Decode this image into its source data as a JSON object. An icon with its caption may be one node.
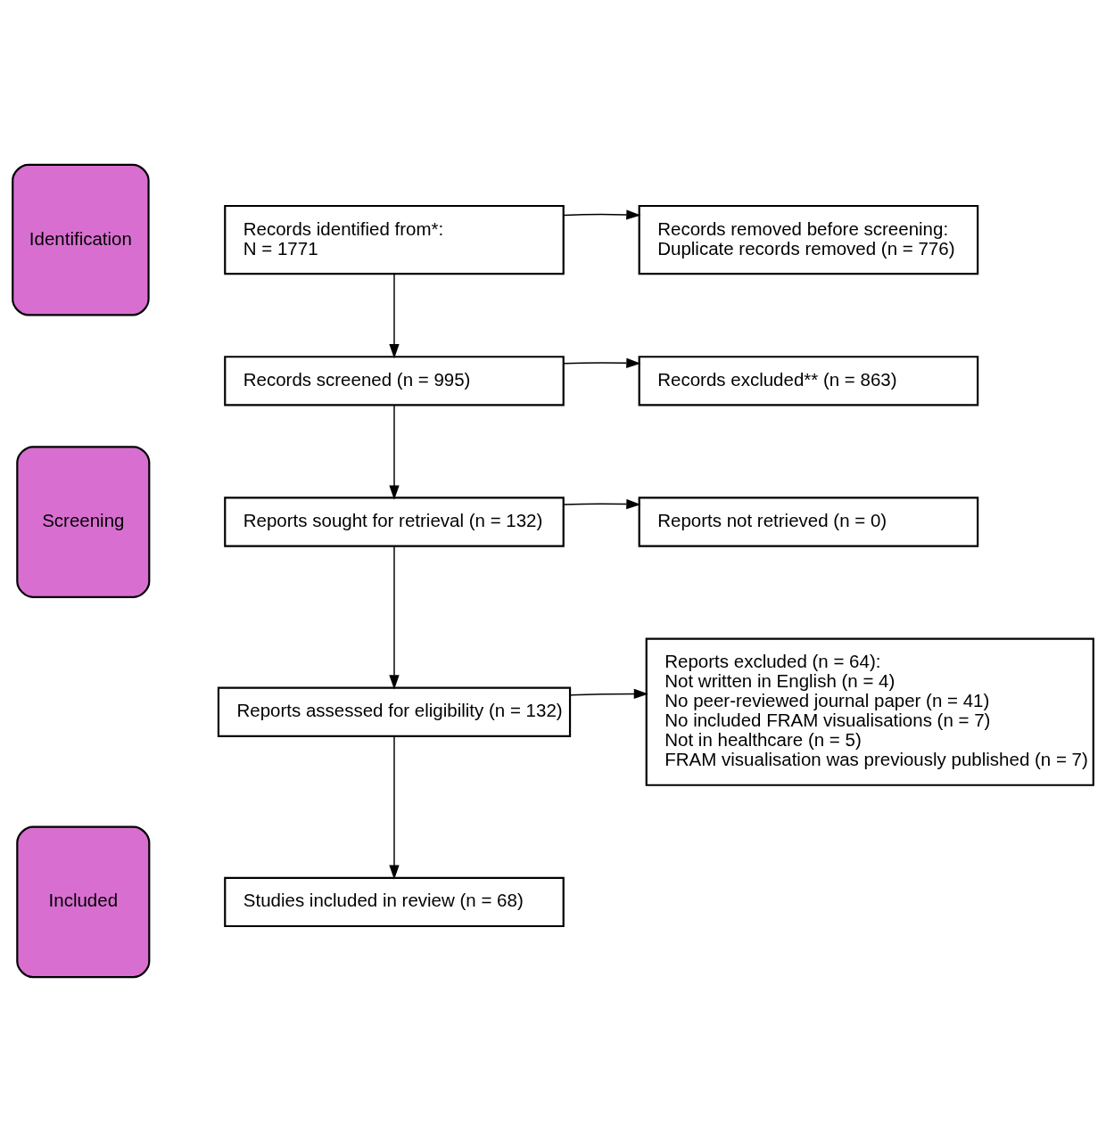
{
  "diagram": {
    "nodes": [
      {
        "text": [
          "Identification"
        ]
      },
      {
        "text": [
          "Records identified from*:",
          "N = 1771"
        ]
      },
      {
        "text": [
          "Records removed before screening:",
          "Duplicate records removed (n = 776)"
        ]
      },
      {
        "text": [
          "Screening"
        ]
      },
      {
        "text": [
          "Records screened (n = 995)"
        ]
      },
      {
        "text": [
          "Records excluded** (n = 863)"
        ]
      },
      {
        "text": [
          "Reports sought for retrieval (n = 132)"
        ]
      },
      {
        "text": [
          "Reports not retrieved (n = 0)"
        ]
      },
      {
        "text": [
          "Reports assessed for eligibility (n = 132)"
        ]
      },
      {
        "text": [
          "Reports excluded (n = 64):",
          "Not written in English (n = 4)",
          "No peer-reviewed journal paper (n = 41)",
          "No included FRAM visualisations (n = 7)",
          "Not in healthcare (n = 5)",
          "FRAM visualisation was previously published (n = 7)"
        ]
      },
      {
        "text": [
          "Included"
        ]
      },
      {
        "text": [
          "Studies included in review (n = 68)"
        ]
      }
    ],
    "edges": [
      {
        "from": 1,
        "to": 2,
        "arrow": "to"
      },
      {
        "from": 1,
        "to": 4,
        "arrow": "to"
      },
      {
        "from": 4,
        "to": 5,
        "arrow": "to"
      },
      {
        "from": 4,
        "to": 6,
        "arrow": "to"
      },
      {
        "from": 6,
        "to": 7,
        "arrow": "to"
      },
      {
        "from": 6,
        "to": 8,
        "arrow": "to"
      },
      {
        "from": 8,
        "to": 9,
        "arrow": "to"
      },
      {
        "from": 8,
        "to": 11,
        "arrow": "to"
      }
    ]
  }
}
